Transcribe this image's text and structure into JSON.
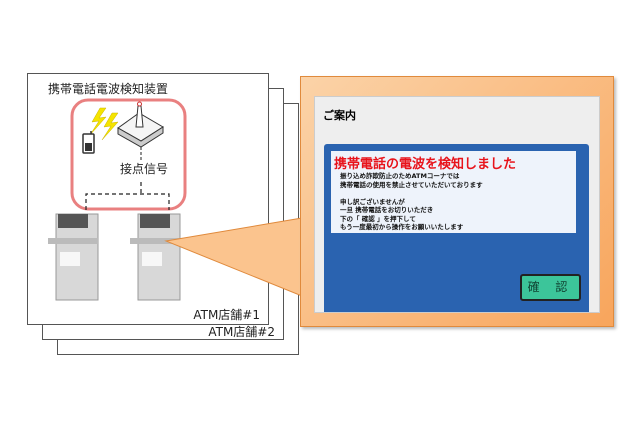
{
  "device_title": "携帯電話電波検知装置",
  "contact_signal": "接点信号",
  "stores": [
    "ATM店舗#1",
    "ATM店舗#2"
  ],
  "screen": {
    "header": "ご案内",
    "alert_title": "携帯電話の電波を検知しました",
    "lines": [
      "振り込め詐欺防止のためATMコーナでは",
      "携帯電話の使用を禁止させていただいております",
      "",
      "申し訳ございませんが",
      "一旦 携帯電話をお切りいただき",
      "下の「 確認 」を押下して",
      "もう一度最初から操作をお願いいたします"
    ],
    "confirm_button": "確 認"
  },
  "colors": {
    "accent_orange": "#f8a55c",
    "screen_blue": "#2a63b0",
    "alert_red": "#e8131b",
    "button_green": "#3cc59a",
    "device_border": "#e98080"
  }
}
